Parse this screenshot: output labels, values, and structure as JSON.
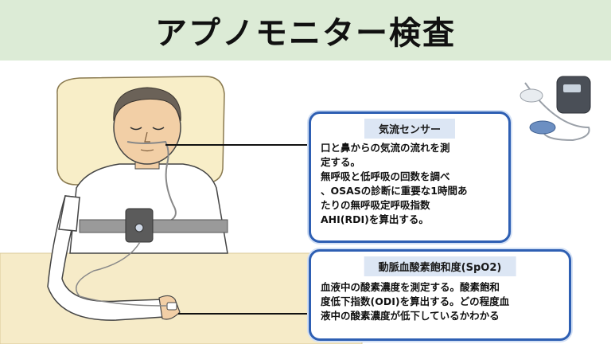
{
  "title": "アプノモニター検査",
  "airflow": {
    "title": "気流センサー",
    "lines": [
      "口と鼻からの気流の流れを測",
      "定する。",
      "無呼吸と低呼吸の回数を調べ",
      "、OSASの診断に重要な1時間あ",
      "たりの無呼吸定呼吸指数",
      "AHI(RDI)を算出する。"
    ]
  },
  "spo2": {
    "title": "動脈血酸素飽和度(SpO2)",
    "lines": [
      "血液中の酸素濃度を測定する。酸素飽和",
      "度低下指数(ODI)を算出する。どの程度血",
      "液中の酸素濃度が低下しているかわかる"
    ]
  },
  "colors": {
    "header_bg": "#dcebd6",
    "box_border": "#2e5fb3",
    "title_bg": "#dce6f4"
  }
}
